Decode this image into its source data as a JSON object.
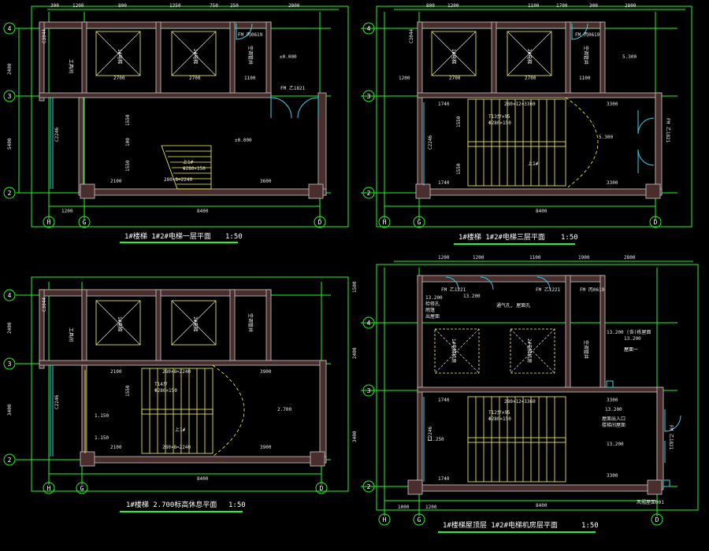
{
  "drawing": {
    "colors": {
      "background": "#000000",
      "axis": "#19ff19",
      "wall": "#4a2e2e",
      "stair": "#ffff33",
      "text": "#ffffff",
      "door": "#2fd3e6"
    },
    "panels": [
      {
        "title": "1#楼梯   1#2#电梯一层平面",
        "scale": "1:50",
        "top_dims": [
          "300",
          "1200",
          "800",
          "1350",
          "750",
          "250",
          "2800"
        ],
        "left_dims": [
          "2400",
          "5400"
        ],
        "axes_v": [
          "H",
          "G",
          "D"
        ],
        "axes_h": [
          "4",
          "3",
          "2"
        ],
        "bottom_dim": "8400",
        "room_labels": [
          "工具间",
          "1#电梯",
          "2#电梯",
          "空调管井"
        ],
        "texts": [
          "1200",
          "2700",
          "2700",
          "1100",
          "FM 丙0619",
          "FM 乙1821",
          "±0.000",
          "±0.000",
          "1550",
          "1550",
          "100",
          "C2246",
          "2100",
          "3600",
          "C3044",
          "上1#",
          "Φ280×150",
          "280×8=2240"
        ]
      },
      {
        "title": "1#楼梯   1#2#电梯三层平面",
        "scale": "1:50",
        "top_dims": [
          "800",
          "1200",
          "1100",
          "1700",
          "300",
          "2800"
        ],
        "axes_v": [
          "H",
          "G",
          "D"
        ],
        "axes_h": [
          "4",
          "3",
          "2"
        ],
        "bottom_dim": "8400",
        "room_labels": [
          "1#电梯",
          "2#电梯",
          "空调管井"
        ],
        "texts": [
          "1200",
          "2700",
          "2700",
          "1100",
          "FM 丙0619",
          "FM 乙1821",
          "5.300",
          "5.300",
          "1740",
          "1740",
          "3300",
          "3300",
          "280×12=3360",
          "T13步×95",
          "Φ280×150",
          "1550",
          "1550",
          "C2246",
          "C3044",
          "上1#"
        ]
      },
      {
        "title": "1#楼梯   2.700标高休息平面",
        "scale": "1:50",
        "axes_v": [
          "H",
          "G",
          "D"
        ],
        "axes_h": [
          "4",
          "3",
          "2"
        ],
        "left_dims": [
          "2400",
          "3400"
        ],
        "bottom_dim": "8400",
        "room_labels": [
          "工具间",
          "1#电梯",
          "2#电梯",
          "空调管井"
        ],
        "texts": [
          "2100",
          "280×8=2240",
          "3900",
          "T14步",
          "Φ280×150",
          "1.150",
          "1.150",
          "2.700",
          "2100",
          "280×8=2240",
          "3900",
          "1550",
          "C3044",
          "C2246",
          "上1#"
        ]
      },
      {
        "title": "1#楼梯屋顶层   1#2#电梯机房层平面",
        "scale": "1:50",
        "top_dims": [
          "1200",
          "1200",
          "1100",
          "1900",
          "2800"
        ],
        "axes_v": [
          "H",
          "G",
          "D"
        ],
        "axes_h": [
          "4",
          "3",
          "2"
        ],
        "left_dims": [
          "1500",
          "2400",
          "3400"
        ],
        "bottom_dim": "8400",
        "room_labels": [
          "1#电梯机房",
          "2#电梯机房",
          "空调管井",
          "屋面一"
        ],
        "texts": [
          "FM 乙1221",
          "FM 乙1221",
          "FM 丙0619",
          "FM 乙1821",
          "13.200",
          "13.200",
          "13.200",
          "13.200",
          "检修孔",
          "雨篷",
          "13.200",
          "通气孔, 屋面孔",
          "1740",
          "1740",
          "3300",
          "3300",
          "280×12=3360",
          "T12步×95",
          "Φ280×150",
          "11.250",
          "C2246",
          "屋面出入口",
          "楼梯间屋面",
          "13.200 (各)栋屋面",
          "出屋面",
          "风帽屋面001",
          "1000",
          "1200",
          "8400"
        ]
      }
    ]
  }
}
